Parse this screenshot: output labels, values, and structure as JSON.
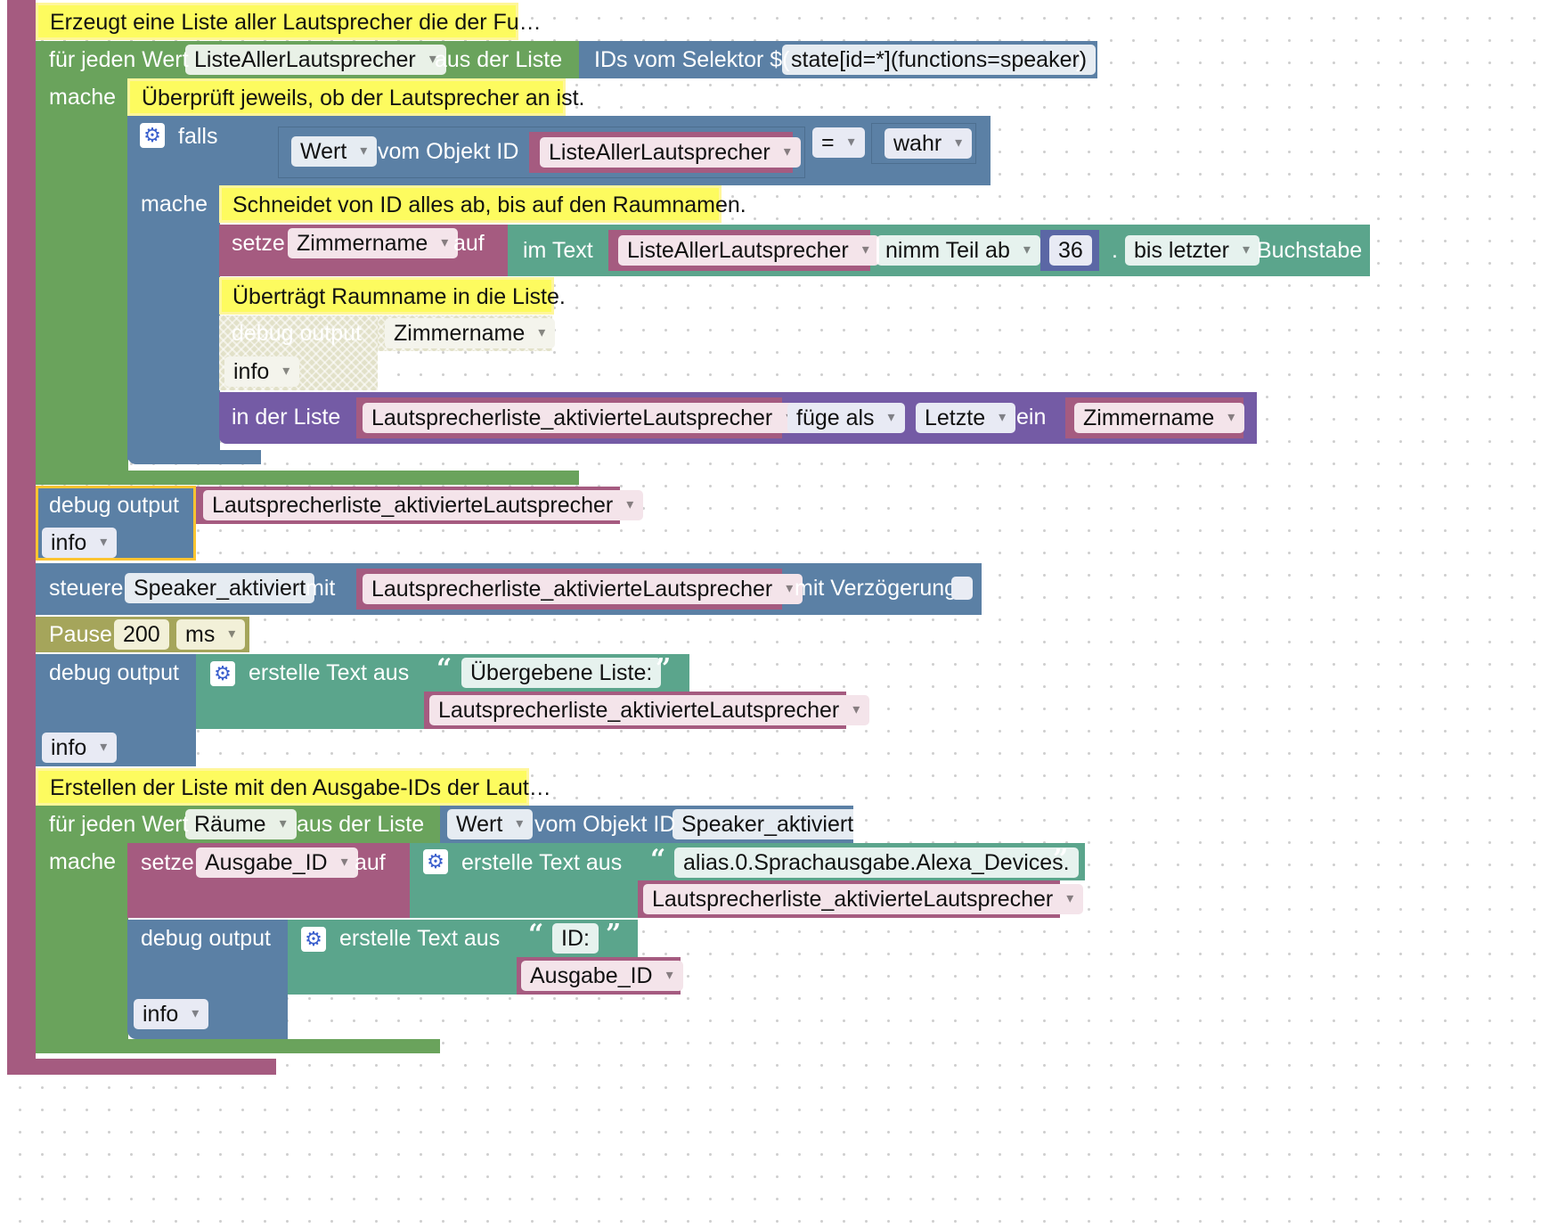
{
  "colors": {
    "procedure": "#a55b80",
    "loop": "#6aa35c",
    "logic": "#5b80a5",
    "variable": "#a55b80",
    "text": "#5ba58c",
    "list": "#745ba5",
    "timer": "#a5a55b",
    "comment": "#fdfb5f",
    "selected": "#fcc431"
  },
  "comments": {
    "c1": "Erzeugt eine Liste aller Lautsprecher die der Fu…",
    "c2": "Überprüft jeweils, ob der Lautsprecher an ist.",
    "c3": "Schneidet von ID alles ab, bis auf den Raumnamen.",
    "c4": "Überträgt Raumname in die Liste.",
    "c5": "Erstellen der Liste mit den Ausgabe-IDs der Laut…"
  },
  "loop1": {
    "label": "für jeden Wert",
    "var": "ListeAllerLautsprecher",
    "from": "aus der Liste",
    "do": "mache",
    "selector_label": "IDs vom Selektor $(",
    "selector": "state[id=*](functions=speaker)",
    "selector_close": ")"
  },
  "if1": {
    "label": "falls",
    "do": "mache",
    "value": "Wert",
    "of_object": "vom Objekt ID",
    "object": "ListeAllerLautsprecher",
    "op": "=",
    "bool": "wahr"
  },
  "set1": {
    "label": "setze",
    "var": "Zimmername",
    "to": "auf",
    "in_text": "im Text",
    "text_var": "ListeAllerLautsprecher",
    "part_from": "nimm Teil ab",
    "num": "36",
    "dot": ".",
    "until": "bis letzter",
    "letter": "Buchstabe"
  },
  "debug_disabled": {
    "label": "debug output",
    "var": "Zimmername",
    "level": "info"
  },
  "list1": {
    "label": "in der Liste",
    "list": "Lautsprecherliste_aktivierteLautsprecher",
    "insert": "füge als",
    "pos": "Letzte",
    "in": "ein",
    "item": "Zimmername"
  },
  "debug2": {
    "label": "debug output",
    "var": "Lautsprecherliste_aktivierteLautsprecher",
    "level": "info"
  },
  "control": {
    "label": "steuere",
    "target": "Speaker_aktiviert",
    "with": "mit",
    "var": "Lautsprecherliste_aktivierteLautsprecher",
    "delay": "mit Verzögerung"
  },
  "pause": {
    "label": "Pause",
    "value": "200",
    "unit": "ms"
  },
  "debug3": {
    "label": "debug output",
    "create": "erstelle Text aus",
    "text": "Übergebene Liste:",
    "var": "Lautsprecherliste_aktivierteLautsprecher",
    "level": "info"
  },
  "loop2": {
    "label": "für jeden Wert",
    "var": "Räume",
    "from": "aus der Liste",
    "do": "mache",
    "value": "Wert",
    "of_object": "vom Objekt ID",
    "object": "Speaker_aktiviert"
  },
  "set2": {
    "label": "setze",
    "var": "Ausgabe_ID",
    "to": "auf",
    "create": "erstelle Text aus",
    "text": "alias.0.Sprachausgabe.Alexa_Devices.",
    "list_var": "Lautsprecherliste_aktivierteLautsprecher"
  },
  "debug4": {
    "label": "debug output",
    "create": "erstelle Text aus",
    "text": "ID:",
    "var": "Ausgabe_ID",
    "level": "info"
  }
}
